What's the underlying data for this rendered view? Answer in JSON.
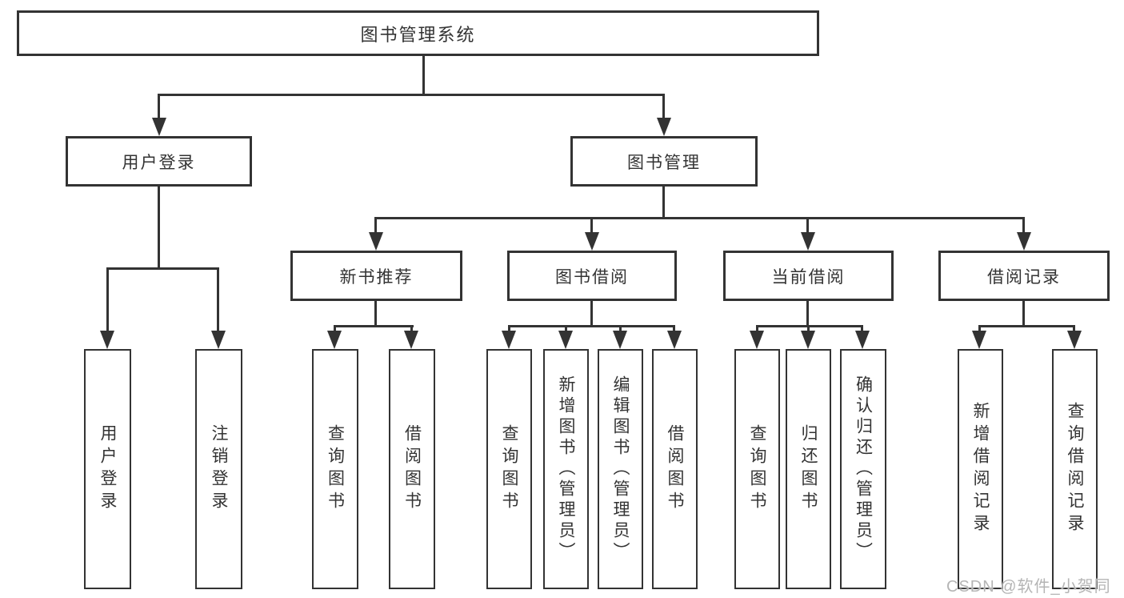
{
  "diagram": {
    "root": {
      "label": "图书管理系统"
    },
    "branches": [
      {
        "label": "用户登录",
        "children": [
          {
            "label": "用户登录"
          },
          {
            "label": "注销登录"
          }
        ]
      },
      {
        "label": "图书管理",
        "children": [
          {
            "label": "新书推荐",
            "children": [
              {
                "label": "查询图书"
              },
              {
                "label": "借阅图书"
              }
            ]
          },
          {
            "label": "图书借阅",
            "children": [
              {
                "label": "查询图书"
              },
              {
                "label": "新增图书（管理员）"
              },
              {
                "label": "编辑图书（管理员）"
              },
              {
                "label": "借阅图书"
              }
            ]
          },
          {
            "label": "当前借阅",
            "children": [
              {
                "label": "查询图书"
              },
              {
                "label": "归还图书"
              },
              {
                "label": "确认归还（管理员）"
              }
            ]
          },
          {
            "label": "借阅记录",
            "children": [
              {
                "label": "新增借阅记录"
              },
              {
                "label": "查询借阅记录"
              }
            ]
          }
        ]
      }
    ]
  },
  "watermark": {
    "text": "CSDN @软件_小贺同学"
  },
  "colors": {
    "line": "#333333",
    "box_fill": "#ffffff",
    "text": "#333333",
    "watermark": "#b5b5b5"
  }
}
